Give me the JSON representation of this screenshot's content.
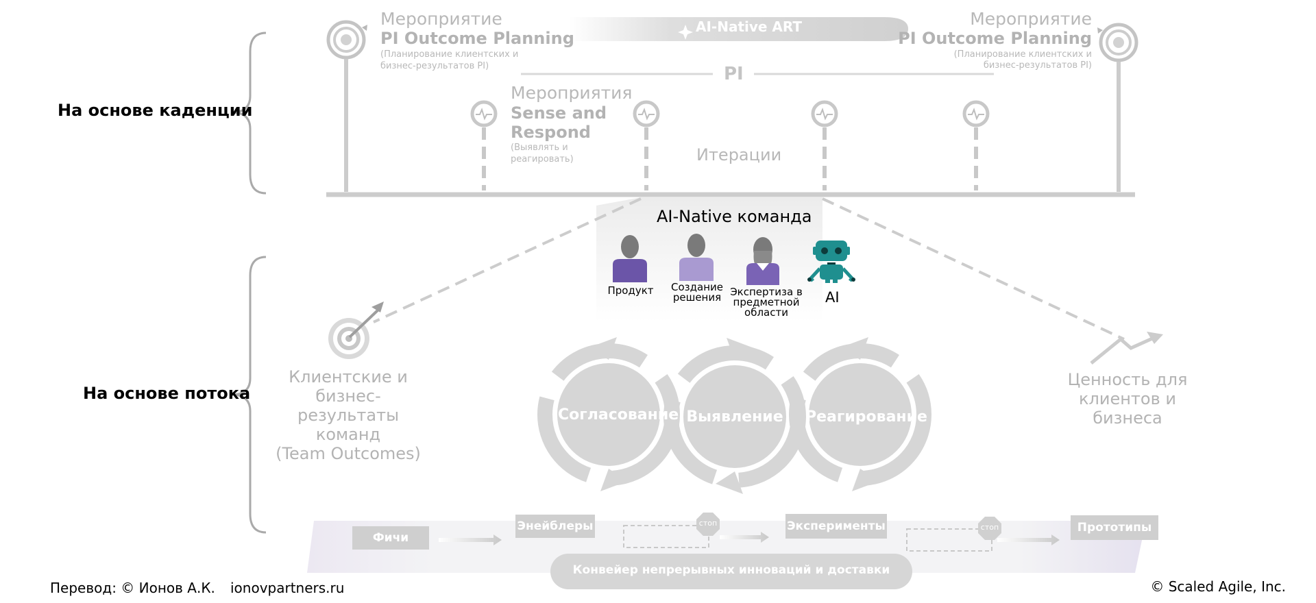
{
  "side_labels": {
    "cadence": "На основе каденции",
    "flow": "На основе потока"
  },
  "pi_events": {
    "left": {
      "title": "Мероприятие",
      "name": "PI Outcome Planning",
      "sub1": "(Планирование клиентских и",
      "sub2": "бизнес-результатов PI)"
    },
    "right": {
      "title": "Мероприятие",
      "name": "PI Outcome Planning",
      "sub1": "(Планирование клиентских и",
      "sub2": "бизнес-результатов PI)"
    }
  },
  "art_label": "AI-Native ART",
  "pi_label": "PI",
  "sense_respond": {
    "title": "Мероприятия",
    "name1": "Sense and",
    "name2": "Respond",
    "sub1": "(Выявлять и",
    "sub2": "реагировать)"
  },
  "iterations_label": "Итерации",
  "team": {
    "title": "AI-Native команда",
    "roles": [
      {
        "label": "Продукт",
        "color": "#6b55a8"
      },
      {
        "label": "Создание решения",
        "color": "#a99ad1"
      },
      {
        "label": "Экспертиза в предметной области",
        "color": "#7a63b5"
      },
      {
        "label": "AI",
        "color": "#1f8f8f"
      }
    ]
  },
  "outcomes_left": [
    "Клиентские и",
    "бизнес-результаты",
    "команд",
    "(Team Outcomes)"
  ],
  "outcomes_right": [
    "Ценность для",
    "клиентов и бизнеса"
  ],
  "loops": [
    "Согласование",
    "Выявление",
    "Реагирование"
  ],
  "pipeline": {
    "items": [
      "Фичи",
      "Энейблеры",
      "Эксперименты",
      "Прототипы"
    ],
    "stop": "стоп",
    "label": "Конвейер непрерывных инноваций и доставки"
  },
  "footer": {
    "translation": "Перевод: © Ионов А.К.",
    "site": "ionovpartners.ru",
    "copyright": "© Scaled Agile,  Inc."
  },
  "colors": {
    "grey": "#cccccc",
    "purple_dark": "#6b55a8",
    "purple_light": "#a99ad1",
    "teal": "#1f8f8f"
  }
}
